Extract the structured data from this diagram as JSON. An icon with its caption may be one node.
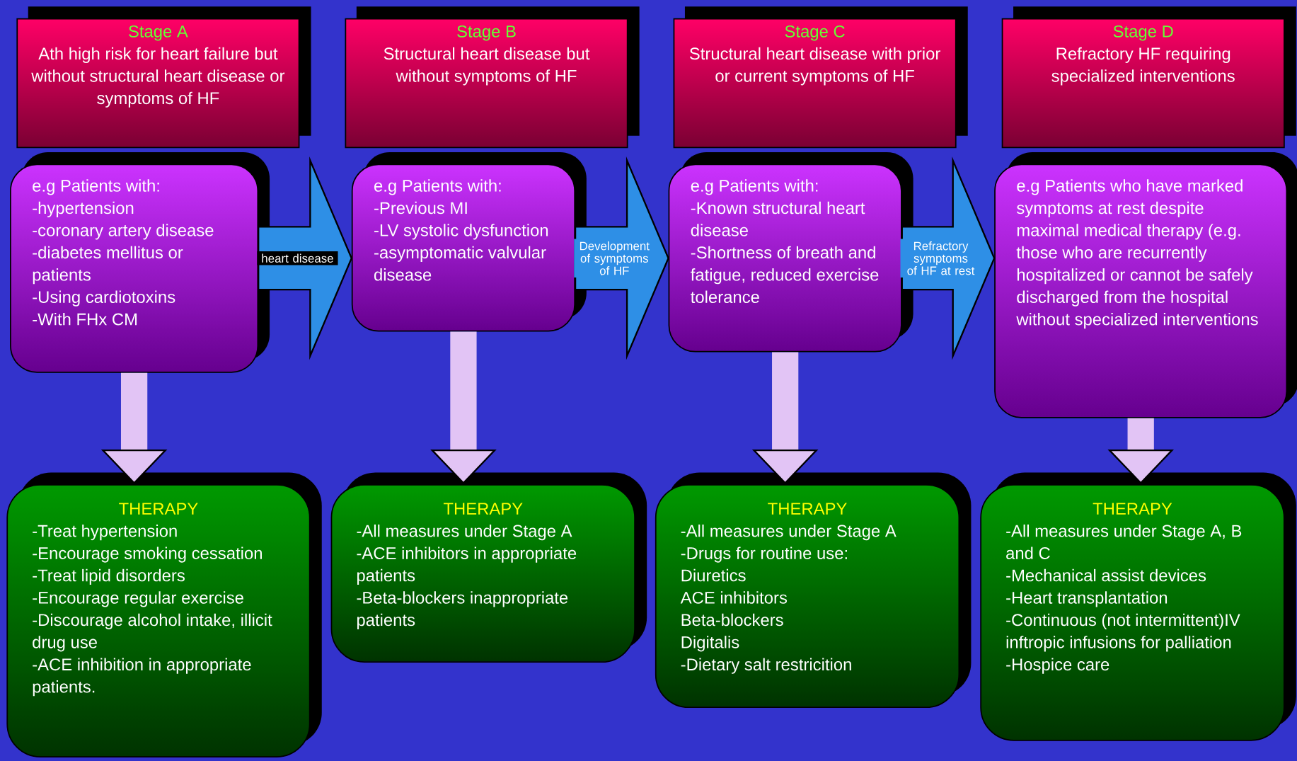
{
  "diagram": {
    "nodes": [
      {
        "text": [
          "Stage A",
          "Ath high risk for heart failure but without structural heart disease or symptoms of HF"
        ]
      },
      {
        "text": [
          "e.g Patients with:",
          "-hypertension",
          "-coronary artery disease",
          "-diabetes mellitus or patients",
          "-Using cardiotoxins",
          "-With FHx CM"
        ]
      },
      {
        "text": [
          "THERAPY",
          "-Treat hypertension",
          "-Encourage smoking cessation",
          "-Treat lipid disorders",
          "-Encourage regular exercise",
          "-Discourage alcohol intake, illicit drug use",
          "-ACE inhibition in appropriate patients."
        ]
      },
      {
        "text": [
          "Stage B",
          "Structural heart disease but without symptoms of HF"
        ]
      },
      {
        "text": [
          "e.g Patients with:",
          "-Previous MI",
          "-LV systolic dysfunction",
          "-asymptomatic valvular disease"
        ]
      },
      {
        "text": [
          "THERAPY",
          "-All measures under Stage A",
          "-ACE inhibitors in appropriate patients",
          "-Beta-blockers inappropriate patients"
        ]
      },
      {
        "text": [
          "Stage C",
          "Structural heart disease with prior or current symptoms of HF"
        ]
      },
      {
        "text": [
          "e.g Patients with:",
          "-Known structural heart disease",
          "-Shortness of breath and fatigue, reduced exercise tolerance"
        ]
      },
      {
        "text": [
          "THERAPY",
          "-All measures under Stage A",
          "-Drugs for routine use:",
          "Diuretics",
          "ACE inhibitors",
          "Beta-blockers",
          "Digitalis",
          "-Dietary salt restricition"
        ]
      },
      {
        "text": [
          "Stage D",
          "Refractory HF requiring specialized interventions"
        ]
      },
      {
        "text": [
          "e.g Patients who have marked symptoms at rest despite maximal medical therapy (e.g. those who are recurrently hospitalized or cannot be safely discharged from the hospital without specialized interventions"
        ]
      },
      {
        "text": [
          "THERAPY",
          "-All measures under Stage A, B and C",
          "-Mechanical assist devices",
          "-Heart transplantation",
          "-Continuous (not intermittent)IV inftropic infusions for palliation",
          "-Hospice care"
        ]
      }
    ],
    "edges": [
      {
        "from": 1,
        "to": 4,
        "arrow": "to",
        "label": "heart disease",
        "color": "#2e8fe6",
        "style": "thick"
      },
      {
        "from": 4,
        "to": 7,
        "arrow": "to",
        "label": "Development of symptoms of HF",
        "color": "#2e8fe6",
        "style": "thick"
      },
      {
        "from": 7,
        "to": 10,
        "arrow": "to",
        "label": "Refractory symptoms of HF at rest",
        "color": "#2e8fe6",
        "style": "thick"
      },
      {
        "from": 1,
        "to": 2,
        "arrow": "to"
      },
      {
        "from": 4,
        "to": 5,
        "arrow": "to"
      },
      {
        "from": 7,
        "to": 8,
        "arrow": "to"
      },
      {
        "from": 10,
        "to": 11,
        "arrow": "to"
      }
    ]
  }
}
